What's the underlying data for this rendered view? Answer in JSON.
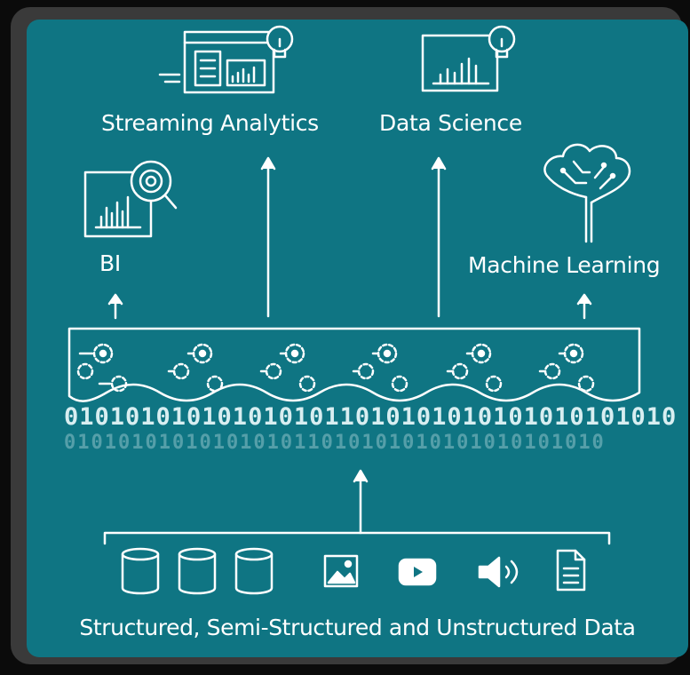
{
  "labels": {
    "streaming_analytics": "Streaming Analytics",
    "data_science": "Data Science",
    "bi": "BI",
    "machine_learning": "Machine Learning",
    "footer": "Structured, Semi-Structured and Unstructured Data"
  },
  "binary_stream": "0101010101010101011010101010101010101010",
  "icons": [
    "dashboard-lightbulb-icon",
    "chart-lightbulb-icon",
    "bi-chart-magnifier-icon",
    "brain-circuit-tree-icon",
    "gears-icon",
    "database-icon",
    "image-icon",
    "video-play-icon",
    "speaker-icon",
    "document-icon"
  ],
  "colors": {
    "background": "#0f7583",
    "foreground": "#ffffff"
  }
}
